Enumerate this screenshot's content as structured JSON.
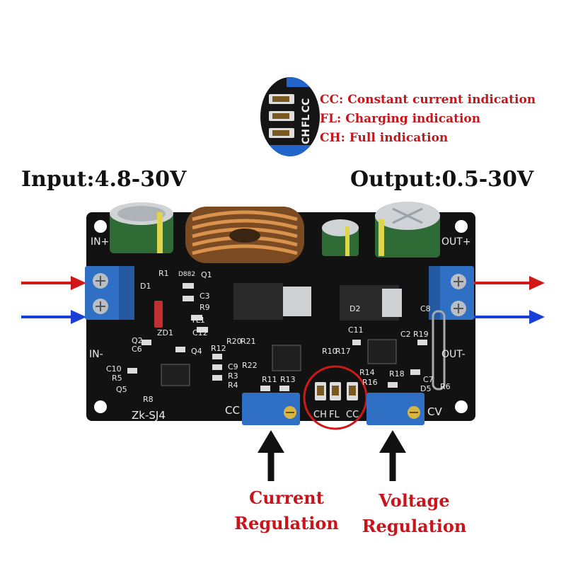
{
  "legend": {
    "lines": [
      "CC: Constant current indication",
      "FL: Charging indication",
      "CH: Full indication"
    ],
    "inset_silk": [
      "CH",
      "FL",
      "CC"
    ]
  },
  "input_label": "Input:4.8-30V",
  "output_label": "Output:0.5-30V",
  "board": {
    "silk": {
      "in_plus": "IN+",
      "in_minus": "IN-",
      "out_plus": "OUT+",
      "out_minus": "OUT-",
      "model": "Zk-SJ4",
      "cc": "CC",
      "cv": "CV",
      "led_ch": "CH",
      "led_fl": "FL",
      "led_cc": "CC",
      "refs": [
        "R1",
        "Q1",
        "D1",
        "C3",
        "R9",
        "TL1",
        "ZD1",
        "C12",
        "Q2",
        "C6",
        "Q4",
        "R12",
        "R20",
        "R21",
        "C10",
        "R5",
        "C9",
        "R3",
        "R4",
        "R22",
        "R11",
        "R13",
        "Q5",
        "R8",
        "R10",
        "R17",
        "C11",
        "R14",
        "R18",
        "R6",
        "D5",
        "D2",
        "C8",
        "C2",
        "R19",
        "R16",
        "C7"
      ],
      "chip_q1": "D882"
    }
  },
  "annotations": {
    "current": [
      "Current",
      "Regulation"
    ],
    "voltage": [
      "Voltage",
      "Regulation"
    ]
  },
  "colors": {
    "pcb": "#121212",
    "legend_red": "#c8141a",
    "terminal_blue": "#2f6fc4",
    "arrow_red": "#d01818",
    "arrow_blue": "#1a3fd6",
    "copper": "#c47a3a",
    "capacitor_green": "#2e6b35",
    "inset_blue": "#2266cc"
  }
}
